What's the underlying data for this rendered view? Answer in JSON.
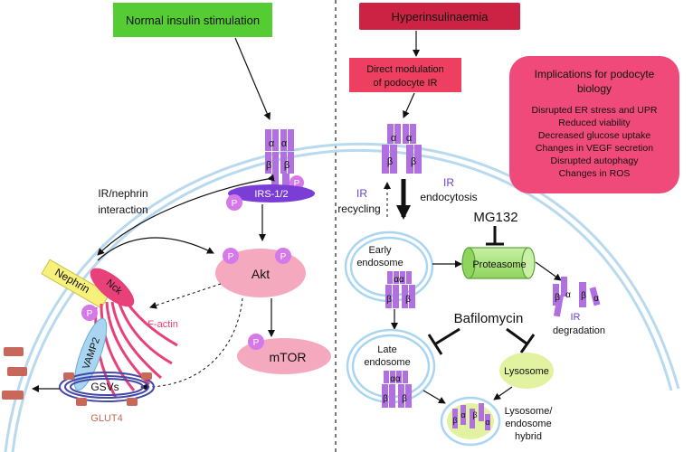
{
  "left_panel": {
    "title": "Normal insulin stimulation",
    "irs_label": "IRS-1/2",
    "interaction_label_1": "IR/nephrin",
    "interaction_label_2": "interaction",
    "akt_label": "Akt",
    "mtor_label": "mTOR",
    "nephrin_label": "Nephrin",
    "nck_label": "Nck",
    "factin_label": "F-actin",
    "vamp2_label": "VAMP2",
    "gsv_label": "GSVs",
    "glut4_label": "GLUT4",
    "phospho_label": "P"
  },
  "right_panel": {
    "title": "Hyperinsulinaemia",
    "direct_mod_1": "Direct modulation",
    "direct_mod_2": "of podocyte IR",
    "implications": {
      "title_1": "Implications for podocyte",
      "title_2": "biology",
      "items": [
        "Disrupted ER stress and UPR",
        "Reduced viability",
        "Decreased glucose uptake",
        "Changes in VEGF secretion",
        "Disrupted autophagy",
        "Changes in ROS"
      ]
    },
    "ir_recycling_1": "IR",
    "ir_recycling_2": "recycling",
    "ir_endocytosis_1": "IR",
    "ir_endocytosis_2": "endocytosis",
    "mg132": "MG132",
    "early_endosome_1": "Early",
    "early_endosome_2": "endosome",
    "proteasome": "Proteasome",
    "ir_degradation_1": "IR",
    "ir_degradation_2": "degradation",
    "bafilomycin": "Bafilomycin",
    "late_endosome_1": "Late",
    "late_endosome_2": "endosome",
    "lysosome": "Lysosome",
    "hybrid_1": "Lysosome/",
    "hybrid_2": "endosome",
    "hybrid_3": "hybrid"
  },
  "receptor": {
    "alpha": "α",
    "beta": "β",
    "alpha_pair": "αα"
  },
  "colors": {
    "green_box": "#55cc33",
    "red_box": "#cc2244",
    "pink_box": "#f04a7a",
    "receptor": "#b070e0",
    "membrane": "#b9d9ee",
    "irs": "#7a3dd6",
    "phospho": "#d679e8",
    "akt": "#f5a9be",
    "nck": "#e8417a",
    "nephrin": "#f7f07a",
    "vamp2": "#a9d5f0",
    "gsv": "#4448a8",
    "glut4": "#c8685a",
    "proteasome": "#a6e37a",
    "lysosome": "#e1f2a0"
  }
}
